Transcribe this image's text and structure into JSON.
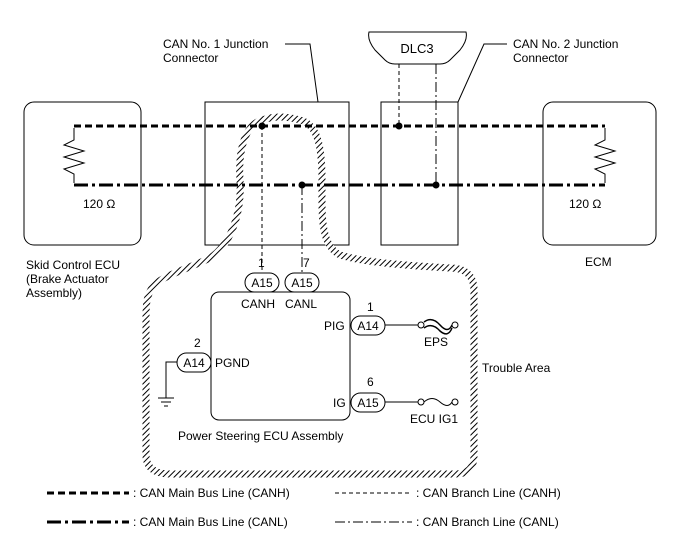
{
  "labels": {
    "can1_junction_line1": "CAN No. 1 Junction",
    "can1_junction_line2": "Connector",
    "can2_junction_line1": "CAN No. 2 Junction",
    "can2_junction_line2": "Connector",
    "dlc3": "DLC3",
    "resistor_left": "120 Ω",
    "resistor_right": "120 Ω",
    "skid_line1": "Skid Control ECU",
    "skid_line2": "(Brake Actuator",
    "skid_line3": "Assembly)",
    "ecm": "ECM",
    "trouble_area": "Trouble Area",
    "ps_ecu": "Power Steering ECU Assembly",
    "canh": "CANH",
    "canl": "CANL",
    "pig": "PIG",
    "pgnd": "PGND",
    "ig": "IG",
    "eps": "EPS",
    "ecu_ig1": "ECU IG1"
  },
  "connectors": {
    "canh": {
      "name": "A15",
      "pin": "1"
    },
    "canl": {
      "name": "A15",
      "pin": "7"
    },
    "pig": {
      "name": "A14",
      "pin": "1"
    },
    "pgnd": {
      "name": "A14",
      "pin": "2"
    },
    "ig": {
      "name": "A15",
      "pin": "6"
    }
  },
  "legend": {
    "main_canh": ": CAN Main Bus Line (CANH)",
    "main_canl": ": CAN Main Bus Line (CANL)",
    "branch_canh": ": CAN Branch Line (CANH)",
    "branch_canl": ": CAN Branch Line (CANL)"
  }
}
